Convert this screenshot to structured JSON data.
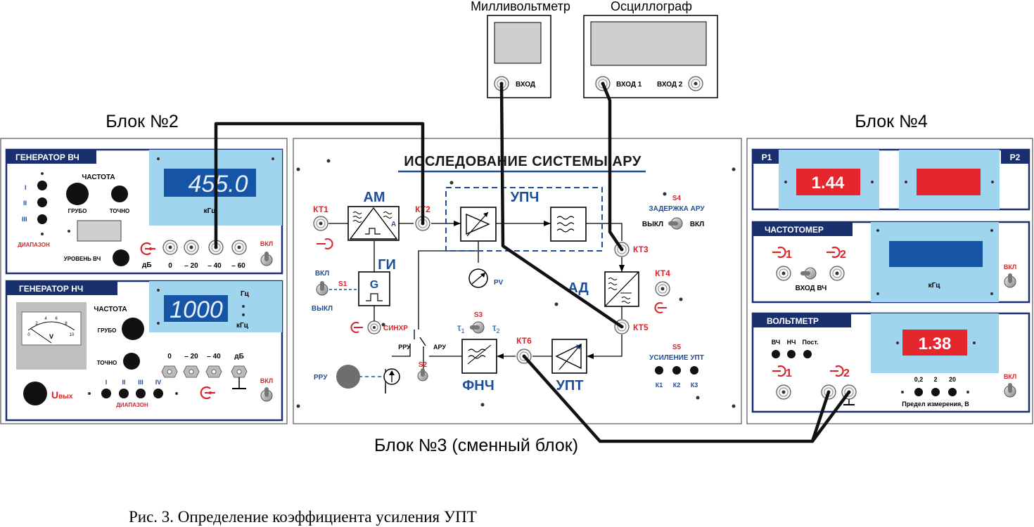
{
  "figure": {
    "caption": "Рис. 3. Определение коэффициента усиления УПТ",
    "block2_title": "Блок №2",
    "block3_title": "Блок №3 (сменный блок)",
    "block4_title": "Блок №4"
  },
  "instruments": {
    "millivoltmeter": {
      "title": "Милливольтметр",
      "input": "ВХОД"
    },
    "oscilloscope": {
      "title": "Осциллограф",
      "input1": "ВХОД 1",
      "input2": "ВХОД 2"
    }
  },
  "block2": {
    "hf_gen": {
      "header": "ГЕНЕРАТОР ВЧ",
      "freq_label": "ЧАСТОТА",
      "coarse": "ГРУБО",
      "fine": "ТОЧНО",
      "range_marks": [
        "I",
        "II",
        "III"
      ],
      "range_label": "ДИАПАЗОН",
      "level_label": "УРОВЕНЬ ВЧ",
      "display": "455.0",
      "unit": "кГц",
      "db_label": "дБ",
      "attenuator": [
        "0",
        "– 20",
        "– 40",
        "– 60"
      ],
      "power": "ВКЛ"
    },
    "lf_gen": {
      "header": "ГЕНЕРАТОР НЧ",
      "freq_label": "ЧАСТОТА",
      "coarse": "ГРУБО",
      "fine": "ТОЧНО",
      "display": "1000",
      "unit_hz": "Гц",
      "unit_khz": "кГц",
      "meter_scale": [
        "0",
        "2",
        "4",
        "6",
        "8",
        "10"
      ],
      "meter_unit": "V",
      "attenuator": [
        "0",
        "– 20",
        "– 40",
        "дБ"
      ],
      "range_marks": [
        "I",
        "II",
        "III",
        "IV"
      ],
      "range_label": "ДИАПАЗОН",
      "output_u": "U",
      "output_sub": "вых",
      "power": "ВКЛ"
    }
  },
  "block3": {
    "title": "ИССЛЕДОВАНИЕ  СИСТЕМЫ  АРУ",
    "blocks": {
      "am": "АМ",
      "am_a": "A",
      "gi": "ГИ",
      "g": "G",
      "upch": "УПЧ",
      "ad": "АД",
      "upt": "УПТ",
      "upt_k": "К",
      "fnch": "ФНЧ"
    },
    "points": {
      "kt1": "КТ1",
      "kt2": "КТ2",
      "kt3": "КТ3",
      "kt4": "КТ4",
      "kt5": "КТ5",
      "kt6": "КТ6"
    },
    "s1": {
      "name": "S1",
      "on": "ВКЛ",
      "off": "ВЫКЛ"
    },
    "s2": {
      "name": "S2",
      "rru": "РРУ",
      "aru": "АРУ"
    },
    "s3": {
      "name": "S3",
      "t1": "τ",
      "t1_sub": "1",
      "t2": "τ",
      "t2_sub": "2"
    },
    "s4": {
      "name": "S4",
      "label": "ЗАДЕРЖКА АРУ",
      "off": "ВЫКЛ",
      "on": "ВКЛ"
    },
    "s5": {
      "name": "S5",
      "label": "УСИЛЕНИЕ  УПТ",
      "k": [
        "К1",
        "К2",
        "К3"
      ]
    },
    "sync": "СИНХР",
    "pv": "PV",
    "rru": "РРУ"
  },
  "block4": {
    "p1": {
      "label": "P1",
      "display": "1.44"
    },
    "p2": {
      "label": "P2",
      "display": ""
    },
    "freq": {
      "header": "ЧАСТОТОМЕР",
      "in1": "1",
      "in2": "2",
      "input_label": "ВХОД  ВЧ",
      "unit": "кГц",
      "power": "ВКЛ",
      "display": ""
    },
    "volt": {
      "header": "ВОЛЬТМЕТР",
      "modes": [
        "ВЧ",
        "НЧ",
        "Пост."
      ],
      "in1": "1",
      "in2": "2",
      "display": "1.38",
      "limits": [
        "0,2",
        "2",
        "20"
      ],
      "limit_label": "Предел измерения, В",
      "power": "ВКЛ"
    }
  },
  "colors": {
    "panel_blue": "#9fd5ef",
    "header_navy": "#1a2f6e",
    "lcd_blue": "#1654a6",
    "lcd_red": "#e5262d",
    "accent_red": "#d8242a",
    "diagram_blue": "#1f4e99"
  }
}
